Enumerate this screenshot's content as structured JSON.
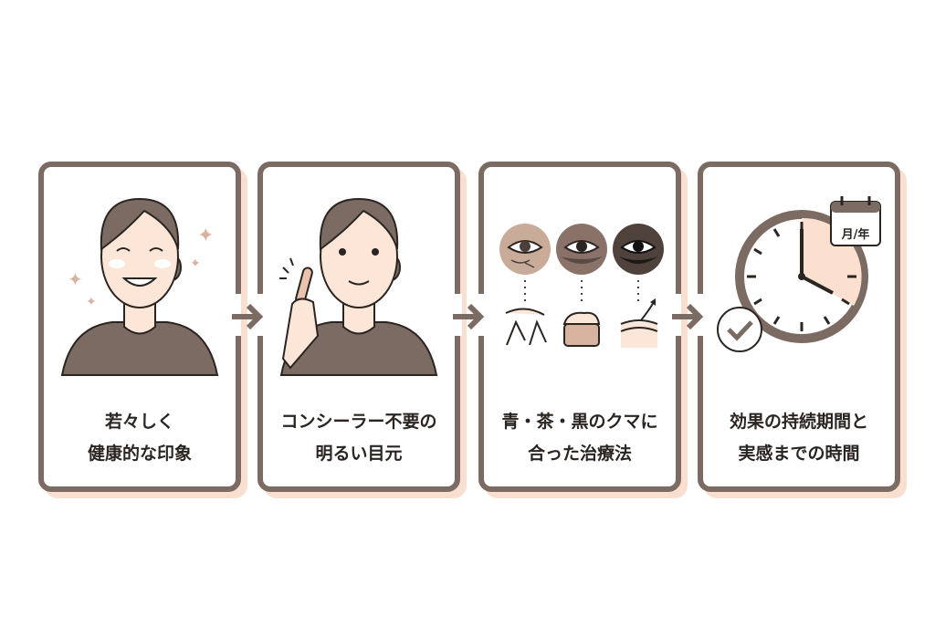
{
  "steps": [
    {
      "line1": "若々しく",
      "line2": "健康的な印象",
      "icon": "smiling-woman-sparkles"
    },
    {
      "line1": "コンシーラー不要の",
      "line2": "明るい目元",
      "icon": "woman-holding-concealer"
    },
    {
      "line1": "青・茶・黒のクマに",
      "line2": "合った治療法",
      "icon": "dark-circle-types-treatments"
    },
    {
      "line1": "効果の持続期間と",
      "line2": "実感までの時間",
      "icon": "clock-calendar-check",
      "calendar_label": "月/年"
    }
  ],
  "colors": {
    "border": "#7b6b63",
    "shadow": "#f9dfcf",
    "skin": "#fbe6d8",
    "hair": "#7b6b63"
  }
}
